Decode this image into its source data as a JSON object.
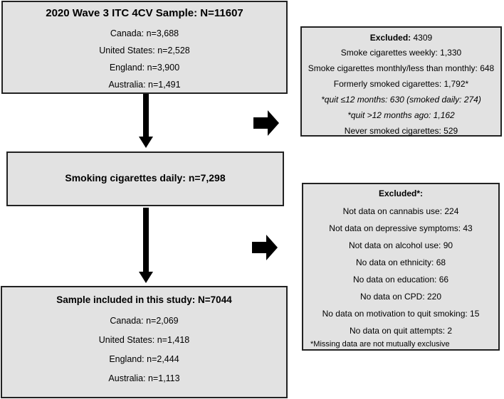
{
  "sample_box": {
    "title": "2020 Wave 3 ITC 4CV Sample: N=11607",
    "lines": [
      "Canada: n=3,688",
      "United States: n=2,528",
      "England: n=3,900",
      "Australia: n=1,491"
    ]
  },
  "excluded1_box": {
    "heading_label": "Excluded:",
    "heading_value": " 4309",
    "lines": [
      "Smoke cigarettes weekly: 1,330",
      "Smoke cigarettes monthly/less than monthly: 648",
      "Formerly smoked cigarettes: 1,792*",
      "*quit ≤12 months: 630 (smoked daily: 274)",
      "*quit >12 months ago: 1,162",
      "Never smoked cigarettes: 529"
    ]
  },
  "daily_box": {
    "title": "Smoking cigarettes daily: n=7,298"
  },
  "excluded2_box": {
    "heading": "Excluded*:",
    "lines": [
      "Not data on cannabis use: 224",
      "Not data on depressive symptoms: 43",
      "Not data on alcohol use: 90",
      "No data on ethnicity: 68",
      "No data on education: 66",
      "No data on CPD: 220",
      "No data on motivation to quit smoking: 15",
      "No data on quit attempts: 2"
    ],
    "note": "*Missing data are not mutually exclusive"
  },
  "included_box": {
    "title": "Sample included in this study: N=7044",
    "lines": [
      "Canada: n=2,069",
      "United States: n=1,418",
      "England: n=2,444",
      "Australia: n=1,113"
    ]
  }
}
